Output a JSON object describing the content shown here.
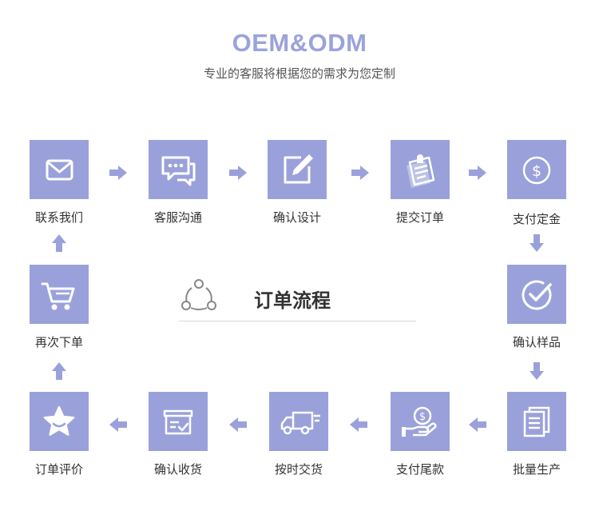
{
  "header": {
    "title": "OEM&ODM",
    "subtitle": "专业的客服将根据您的需求为您定制"
  },
  "center": {
    "title": "订单流程"
  },
  "steps": [
    {
      "label": "联系我们",
      "icon": "mail-icon"
    },
    {
      "label": "客服沟通",
      "icon": "chat-icon"
    },
    {
      "label": "确认设计",
      "icon": "edit-icon"
    },
    {
      "label": "提交订单",
      "icon": "clipboard-icon"
    },
    {
      "label": "支付定金",
      "icon": "dollar-coin-icon"
    },
    {
      "label": "确认样品",
      "icon": "check-circle-icon"
    },
    {
      "label": "批量生产",
      "icon": "documents-icon"
    },
    {
      "label": "支付尾款",
      "icon": "hand-coin-icon"
    },
    {
      "label": "按时交货",
      "icon": "truck-icon"
    },
    {
      "label": "确认收货",
      "icon": "box-check-icon"
    },
    {
      "label": "订单评价",
      "icon": "star-icon"
    },
    {
      "label": "再次下单",
      "icon": "cart-icon"
    }
  ],
  "colors": {
    "node": "#9aa1da",
    "title": "#9aa3db",
    "arrow": "#9aa1da"
  }
}
